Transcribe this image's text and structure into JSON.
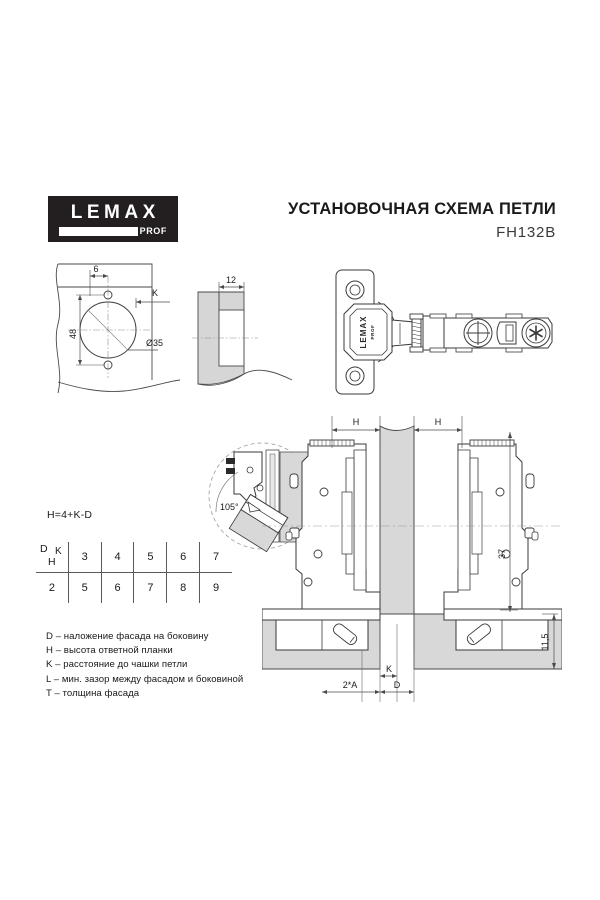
{
  "header": {
    "logo": {
      "word": "LEMAX",
      "sub": "PROF"
    },
    "title": "УСТАНОВОЧНАЯ СХЕМА ПЕТЛИ",
    "model": "FH132B"
  },
  "drawing_cup": {
    "dim_horizontal": "6",
    "dim_vertical": "48",
    "label_k": "K",
    "label_diameter": "Ø35"
  },
  "drawing_side": {
    "dim_depth": "12"
  },
  "hinge_illustration": {
    "cup_brand": "LEMAX",
    "cup_brand_sub": "PROF"
  },
  "detail_callout": {
    "angle": "105°"
  },
  "assembly": {
    "dim_h_left": "H",
    "dim_h_right": "H",
    "dim_37": "37",
    "dim_115": "11,5",
    "dim_2a": "2*A",
    "dim_k": "K",
    "dim_d": "D"
  },
  "formula": "H=4+K-D",
  "table": {
    "corner_d": "D",
    "corner_k": "K",
    "corner_h": "H",
    "k_values": [
      "3",
      "4",
      "5",
      "6",
      "7"
    ],
    "d_value": "2",
    "h_values": [
      "5",
      "6",
      "7",
      "8",
      "9"
    ]
  },
  "legend": [
    "D – наложение фасада на боковину",
    "H – высота ответной планки",
    "K – расстояние до чашки петли",
    "L – мин. зазор между фасадом и боковиной",
    "T – толщина фасада"
  ],
  "colors": {
    "ink": "#1a1a1a",
    "logo_bg": "#231f20",
    "panel_fill": "#d6d6d6",
    "line": "#4a4a4a"
  }
}
